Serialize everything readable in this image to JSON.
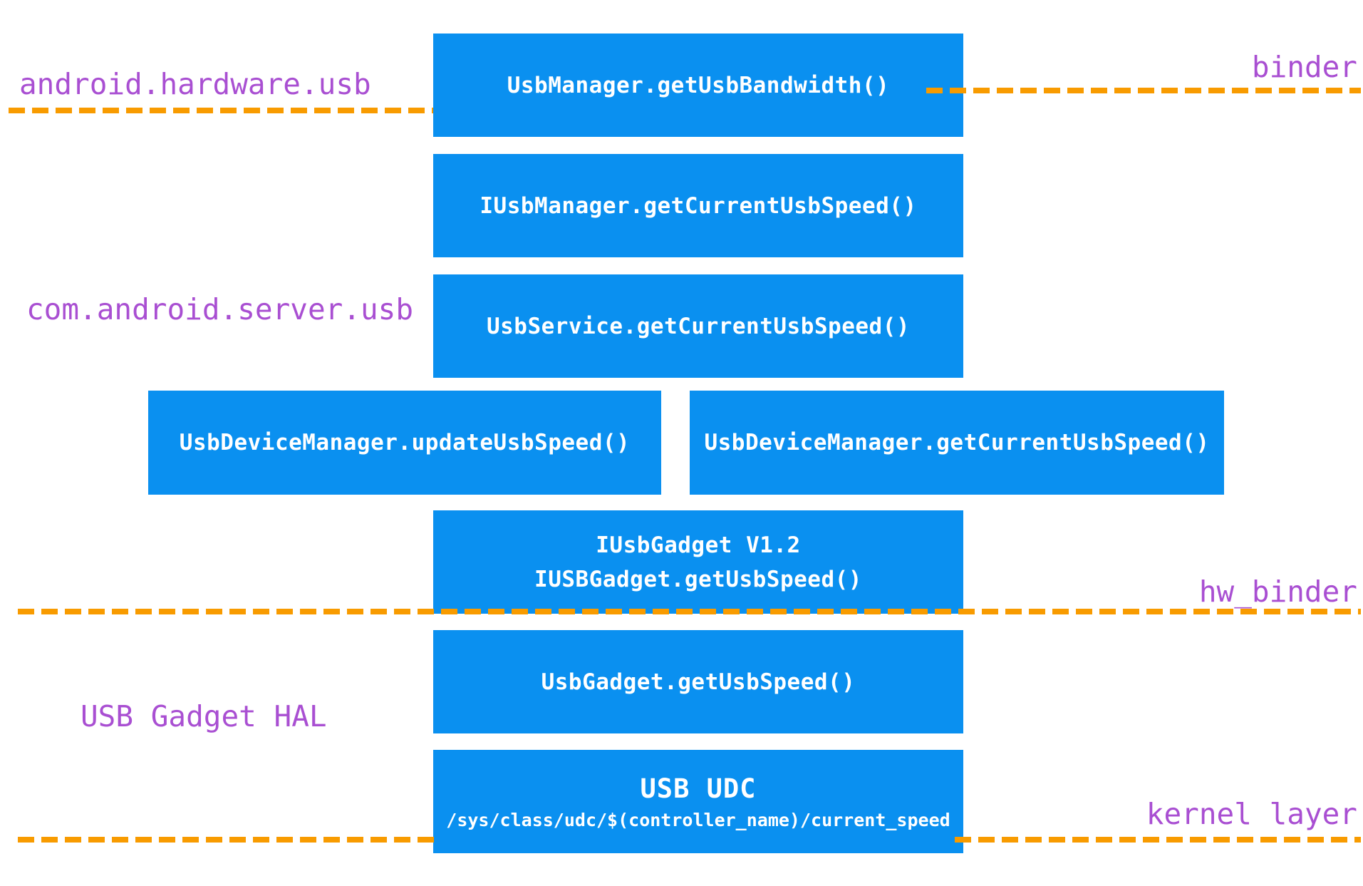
{
  "colors": {
    "box_fill": "#0a90f0",
    "box_text": "#ffffff",
    "layer_label_text": "#a94fd2",
    "boundary_dash": "#f89b00",
    "background": "#ffffff"
  },
  "package_labels": [
    {
      "text": "android.hardware.usb"
    },
    {
      "text": "com.android.server.usb"
    },
    {
      "text": "USB Gadget HAL"
    }
  ],
  "boundary_labels": [
    {
      "text": "binder"
    },
    {
      "text": "hw_binder"
    },
    {
      "text": "kernel layer"
    }
  ],
  "boxes": {
    "usb_manager": {
      "line1": "UsbManager.getUsbBandwidth()"
    },
    "iusb_manager": {
      "line1": "IUsbManager.getCurrentUsbSpeed()"
    },
    "usb_service": {
      "line1": "UsbService.getCurrentUsbSpeed()"
    },
    "update_usb_speed": {
      "line1": "UsbDeviceManager.updateUsbSpeed()"
    },
    "get_current_speed": {
      "line1": "UsbDeviceManager.getCurrentUsbSpeed()"
    },
    "iusb_gadget": {
      "line1": "IUsbGadget V1.2",
      "line2": "IUSBGadget.getUsbSpeed()"
    },
    "usb_gadget": {
      "line1": "UsbGadget.getUsbSpeed()"
    },
    "usb_udc": {
      "line1": "USB UDC",
      "line2": "/sys/class/udc/$(controller_name)/current_speed"
    }
  }
}
